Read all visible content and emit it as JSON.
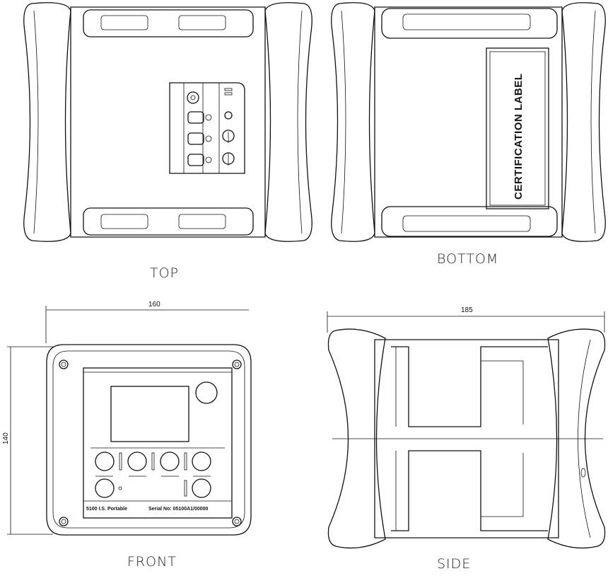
{
  "views": {
    "top": {
      "label": "TOP"
    },
    "bottom": {
      "label": "BOTTOM",
      "certification_label": "CERTIFICATION LABEL"
    },
    "front": {
      "label": "FRONT",
      "width_dim": "160",
      "height_dim": "140",
      "model_text": "5100 I.S. Portable",
      "serial_text": "Serial No: 05100A1/00000"
    },
    "side": {
      "label": "SIDE",
      "width_dim": "185"
    }
  }
}
